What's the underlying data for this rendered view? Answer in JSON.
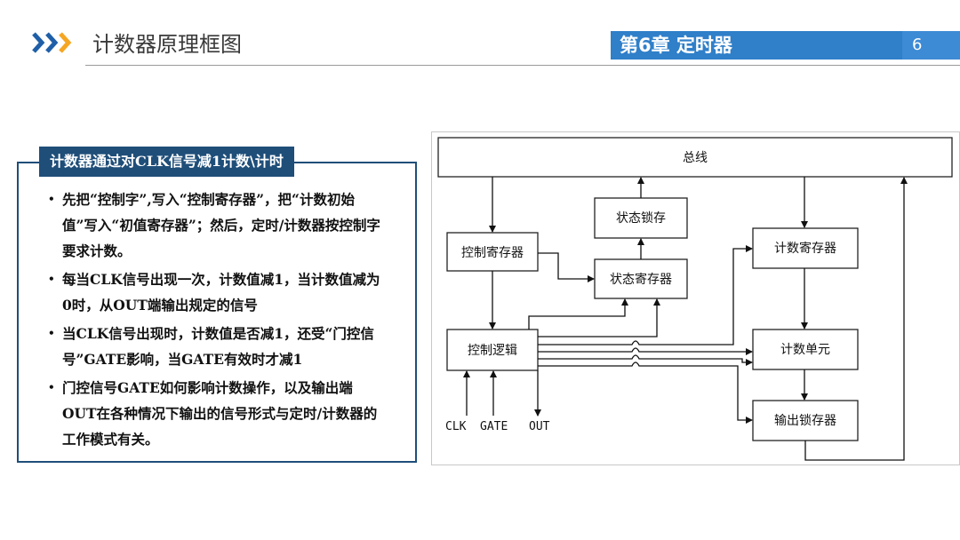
{
  "header": {
    "title": "计数器原理框图",
    "chapter": "第6章 定时器",
    "page_number": "6",
    "logo_icon": "triple-chevron-icon",
    "colors": {
      "chapter_bar": "#2f7fc9",
      "logo_dark": "#1f5fa8",
      "logo_accent": "#f5a623",
      "panel": "#1f4e79"
    }
  },
  "panel": {
    "tab_label": "计数器通过对CLK信号减1计数\\计时",
    "bullets": [
      "先把“控制字”,写入“控制寄存器”，把“计数初始值”写入“初值寄存器”；然后，定时/计数器按控制字要求计数。",
      "每当CLK信号出现一次，计数值减1，当计数值减为0时，从OUT端输出规定的信号",
      "当CLK信号出现时，计数值是否减1，还受“门控信号”GATE影响，当GATE有效时才减1",
      "门控信号GATE如何影响计数操作，以及输出端OUT在各种情况下输出的信号形式与定时/计数器的工作模式有关。"
    ]
  },
  "diagram": {
    "blocks": {
      "bus": "总线",
      "status_latch": "状态锁存",
      "control_register": "控制寄存器",
      "status_register": "状态寄存器",
      "count_register": "计数寄存器",
      "control_logic": "控制逻辑",
      "count_unit": "计数单元",
      "output_latch": "输出锁存器"
    },
    "pins": {
      "clk": "CLK",
      "gate": "GATE",
      "out": "OUT"
    }
  }
}
